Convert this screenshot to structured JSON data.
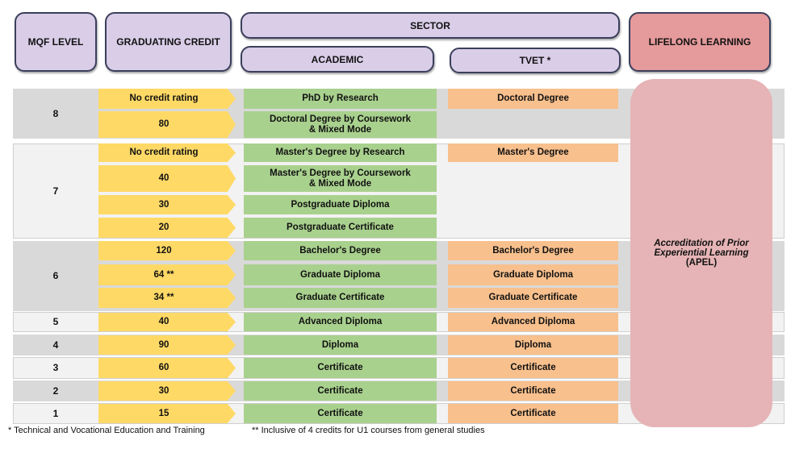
{
  "headers": {
    "mqf_level": "MQF LEVEL",
    "graduating_credit": "GRADUATING CREDIT",
    "sector": "SECTOR",
    "academic": "ACADEMIC",
    "tvet": "TVET *",
    "lifelong_learning": "LIFELONG LEARNING"
  },
  "levels": [
    {
      "level": "8",
      "rows": [
        {
          "credit": "No credit rating",
          "academic": "PhD by Research",
          "tvet": "Doctoral Degree"
        },
        {
          "credit": "80",
          "academic": "Doctoral Degree by Coursework\n& Mixed Mode",
          "tvet": null
        }
      ]
    },
    {
      "level": "7",
      "rows": [
        {
          "credit": "No credit rating",
          "academic": "Master's Degree by Research",
          "tvet": "Master's Degree"
        },
        {
          "credit": "40",
          "academic": "Master's Degree by Coursework\n& Mixed Mode",
          "tvet": null
        },
        {
          "credit": "30",
          "academic": "Postgraduate Diploma",
          "tvet": null
        },
        {
          "credit": "20",
          "academic": "Postgraduate Certificate",
          "tvet": null
        }
      ]
    },
    {
      "level": "6",
      "rows": [
        {
          "credit": "120",
          "academic": "Bachelor's Degree",
          "tvet": "Bachelor's Degree"
        },
        {
          "credit": "64 **",
          "academic": "Graduate Diploma",
          "tvet": "Graduate Diploma"
        },
        {
          "credit": "34 **",
          "academic": "Graduate Certificate",
          "tvet": "Graduate Certificate"
        }
      ]
    },
    {
      "level": "5",
      "rows": [
        {
          "credit": "40",
          "academic": "Advanced Diploma",
          "tvet": "Advanced Diploma"
        }
      ]
    },
    {
      "level": "4",
      "rows": [
        {
          "credit": "90",
          "academic": "Diploma",
          "tvet": "Diploma"
        }
      ]
    },
    {
      "level": "3",
      "rows": [
        {
          "credit": "60",
          "academic": "Certificate",
          "tvet": "Certificate"
        }
      ]
    },
    {
      "level": "2",
      "rows": [
        {
          "credit": "30",
          "academic": "Certificate",
          "tvet": "Certificate"
        }
      ]
    },
    {
      "level": "1",
      "rows": [
        {
          "credit": "15",
          "academic": "Certificate",
          "tvet": "Certificate"
        }
      ]
    }
  ],
  "apel": {
    "line1": "Accreditation of Prior",
    "line2": "Experiential Learning",
    "line3": "(APEL)"
  },
  "footnotes": {
    "tvet": "* Technical and Vocational Education and Training",
    "credits": "** Inclusive of 4 credits for U1 courses from general studies"
  },
  "colors": {
    "header": "#d9cde8",
    "lifelong": "#e59a9b",
    "credit": "#ffd966",
    "academic": "#a9d18e",
    "tvet": "#f8c08d",
    "apel": "#e6b4b6"
  }
}
